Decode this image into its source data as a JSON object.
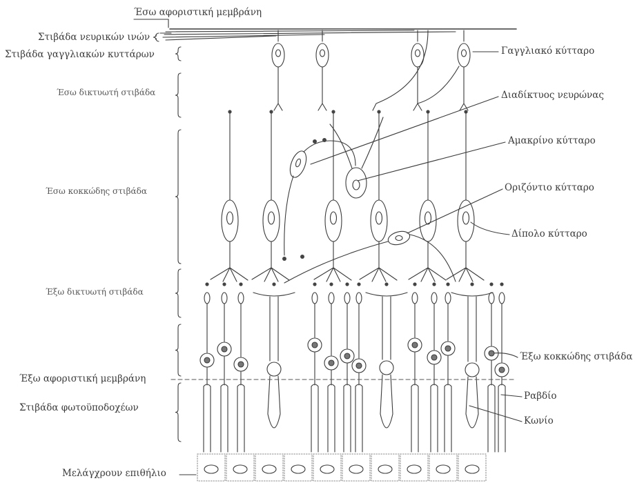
{
  "left_labels": {
    "inner_limiting_membrane": "Έσω αφοριστική μεμβράνη",
    "nerve_fiber_layer": "Στιβάδα νευρικών ινών",
    "ganglion_cell_layer": "Στιβάδα γαγγλιακών κυττάρων",
    "inner_plexiform_layer": "Έσω δικτυωτή στιβάδα",
    "inner_nuclear_layer": "Έσω κοκκώδης στιβάδα",
    "outer_plexiform_layer": "Έξω δικτυωτή στιβάδα",
    "outer_limiting_membrane": "Έξω αφοριστική μεμβράνη",
    "photoreceptor_layer": "Στιβάδα φωτοϋποδοχέων",
    "pigment_epithelium": "Μελάγχρουν επιθήλιο"
  },
  "right_labels": {
    "ganglion_cell": "Γαγγλιακό κύτταρο",
    "interplexiform_neuron": "Διαδίκτυος νευρώνας",
    "amacrine_cell": "Αμακρίνο κύτταρο",
    "horizontal_cell": "Οριζόντιο κύτταρο",
    "bipolar_cell": "Δίπολο κύτταρο",
    "outer_nuclear_layer": "Έξω κοκκώδης στιβάδα",
    "rod": "Ραβδίο",
    "cone": "Κωνίο"
  },
  "colors": {
    "ink": "#3a3a3a",
    "stipple": "#8a8a8a",
    "dot": "#444444"
  }
}
